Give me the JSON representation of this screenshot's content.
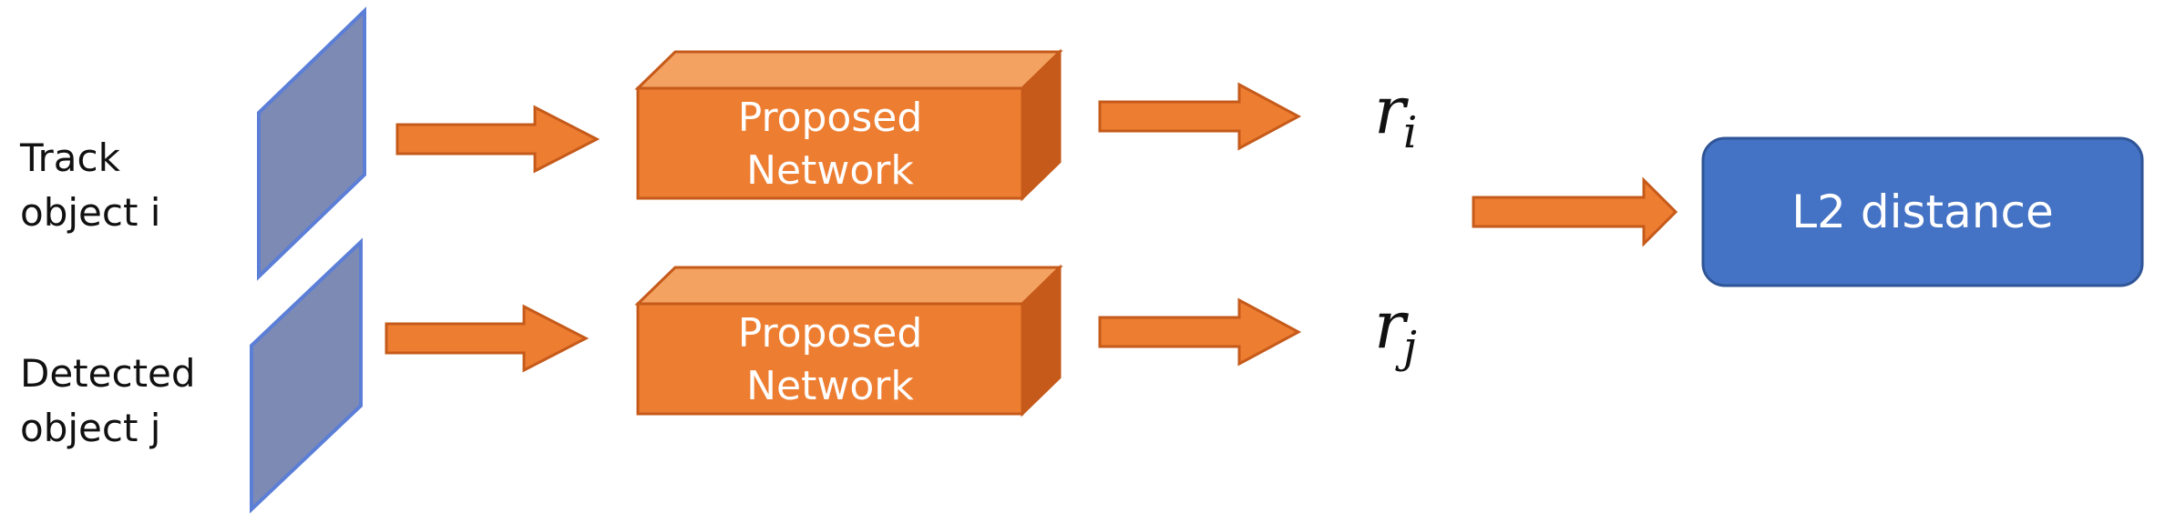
{
  "inputs": [
    {
      "line1": "Track",
      "line2": "object i"
    },
    {
      "line1": "Detected",
      "line2": "object j"
    }
  ],
  "network": {
    "line1": "Proposed",
    "line2": "Network"
  },
  "outputs": [
    {
      "main": "r",
      "sub": "i"
    },
    {
      "main": "r",
      "sub": "j"
    }
  ],
  "metric": {
    "label": "L2 distance"
  },
  "colors": {
    "orange": "#ED7D31",
    "orange_top": "#F4A261",
    "orange_side": "#C55A1A",
    "plane": "#7D8AB4",
    "plane_edge": "#5B7ED6",
    "blue_box": "#4472C4"
  }
}
